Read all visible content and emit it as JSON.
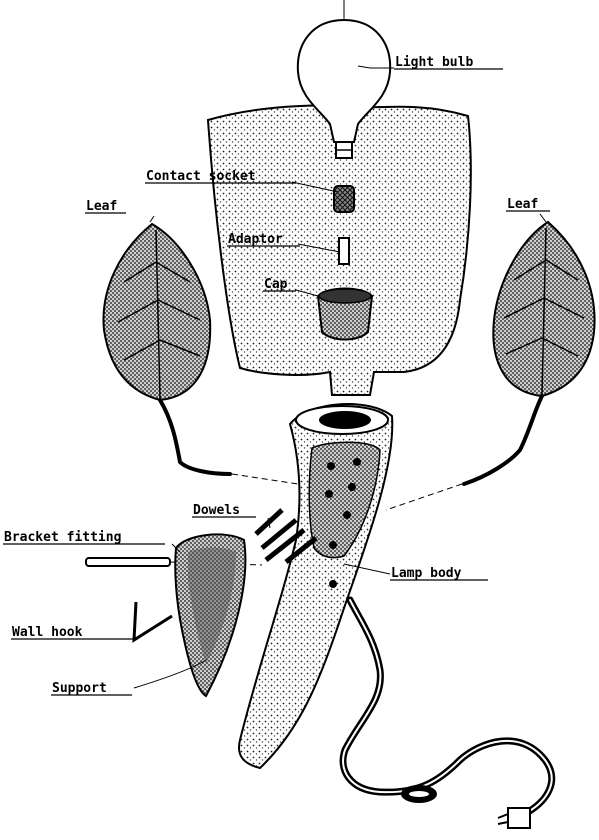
{
  "labels": {
    "light_bulb": "Light bulb",
    "contact_socket": "Contact socket",
    "leaf_left": "Leaf",
    "leaf_right": "Leaf",
    "adaptor": "Adaptor",
    "cap": "Cap",
    "dowels": "Dowels",
    "bracket_fitting": "Bracket fitting",
    "lamp_body": "Lamp body",
    "wall_hook": "Wall hook",
    "support": "Support"
  },
  "colors": {
    "ink": "#000000",
    "paper": "#ffffff",
    "stipple": "#555555"
  }
}
